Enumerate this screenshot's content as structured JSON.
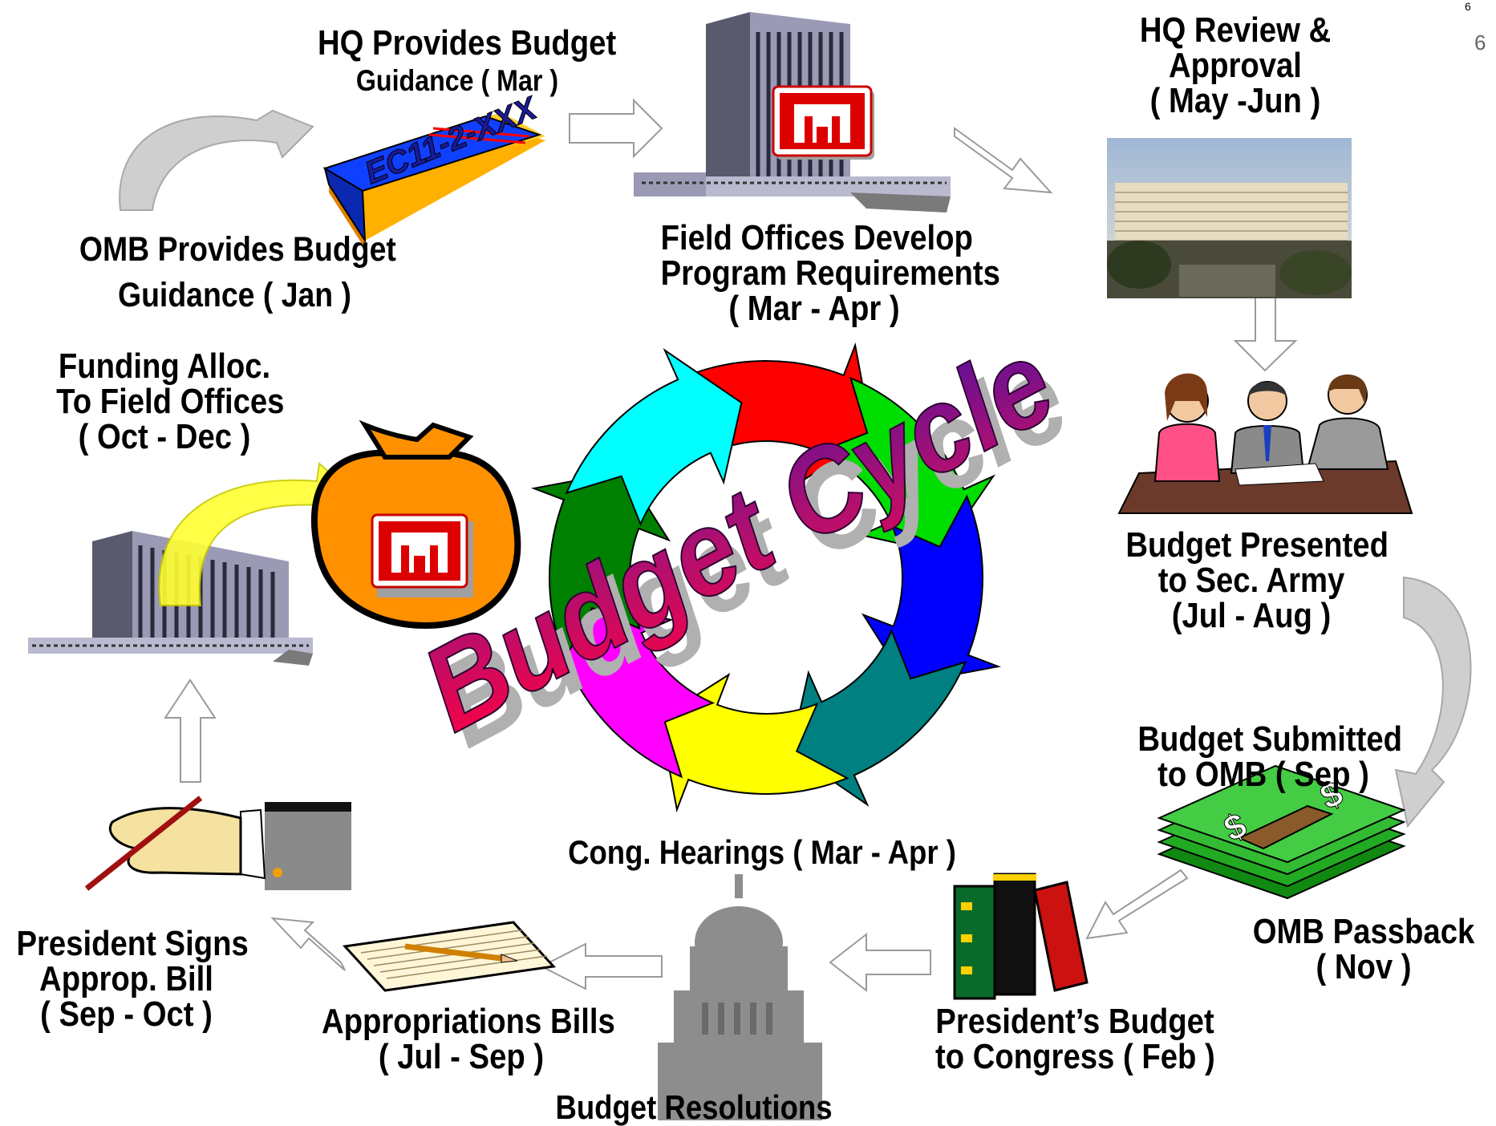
{
  "page": {
    "small_number": "6",
    "number": "6"
  },
  "center_title": "Budget Cycle",
  "steps": {
    "omb_guidance": {
      "line1": "OMB Provides Budget",
      "line2": "Guidance ( Jan )"
    },
    "hq_guidance": {
      "line1": "HQ Provides Budget",
      "line2": "Guidance ( Mar )"
    },
    "field_offices": {
      "line1": "Field Offices Develop",
      "line2": "Program Requirements",
      "line3": "( Mar - Apr )"
    },
    "hq_review": {
      "line1": "HQ Review &",
      "line2": "Approval",
      "line3": "( May -Jun )"
    },
    "sec_army": {
      "line1": "Budget Presented",
      "line2": "to Sec. Army",
      "line3": "(Jul - Aug )"
    },
    "omb_submit": {
      "line1": "Budget Submitted",
      "line2": "to OMB ( Sep )"
    },
    "omb_passback": {
      "line1": "OMB Passback",
      "line2": "( Nov )"
    },
    "presidents_budget": {
      "line1": "President’s Budget",
      "line2": "to Congress ( Feb )"
    },
    "hearings": {
      "line1": "Cong. Hearings ( Mar - Apr )"
    },
    "resolutions": {
      "line1": "Budget Resolutions"
    },
    "appropriations": {
      "line1": "Appropriations Bills",
      "line2": "( Jul - Sep )"
    },
    "president_signs": {
      "line1": "President Signs",
      "line2": "Approp. Bill",
      "line3": "( Sep - Oct )"
    },
    "funding_alloc": {
      "line1": "Funding Alloc.",
      "line2": "To Field Offices",
      "line3": "( Oct - Dec )"
    }
  },
  "book_label": "EC11-2-XXX",
  "cycle_colors": [
    "#ff0000",
    "#00dd00",
    "#0000ff",
    "#008080",
    "#ffff00",
    "#ff00ff",
    "#008000",
    "#00ffff"
  ]
}
